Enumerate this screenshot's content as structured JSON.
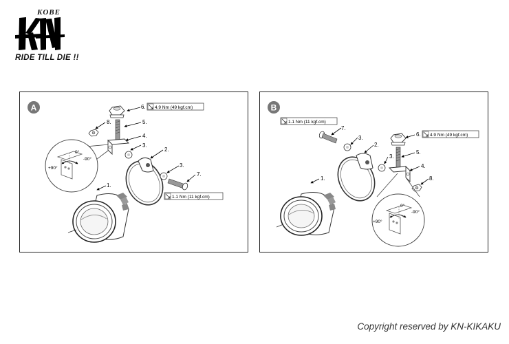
{
  "logo": {
    "brand_top": "KOBE",
    "monogram": "KN",
    "tagline": "RIDE TILL DIE !!"
  },
  "panels": [
    {
      "badge": "A",
      "parts": {
        "p1": "1.",
        "p2": "2.",
        "p3a": "3.",
        "p3b": "3.",
        "p4": "4.",
        "p5": "5.",
        "p6": "6.",
        "p7": "7.",
        "p8": "8."
      },
      "torque_top": "4.9 Nm (49 kgf.cm)",
      "torque_bottom": "1.1 Nm (11 kgf.cm)",
      "angles": {
        "zero": "0°",
        "minus": "-90°",
        "plus": "+90°"
      }
    },
    {
      "badge": "B",
      "parts": {
        "p1": "1.",
        "p2": "2.",
        "p3a": "3.",
        "p3b": "3.",
        "p4": "4.",
        "p5": "5.",
        "p6": "6.",
        "p7": "7.",
        "p8": "8."
      },
      "torque_top": "1.1 Nm (11 kgf.cm)",
      "torque_bottom": "4.9 Nm (49 kgf.cm)",
      "angles": {
        "zero": "0°",
        "minus": "-90°",
        "plus": "+90°"
      }
    }
  ],
  "footer": {
    "copyright": "Copyright reserved by KN-KIKAKU"
  }
}
